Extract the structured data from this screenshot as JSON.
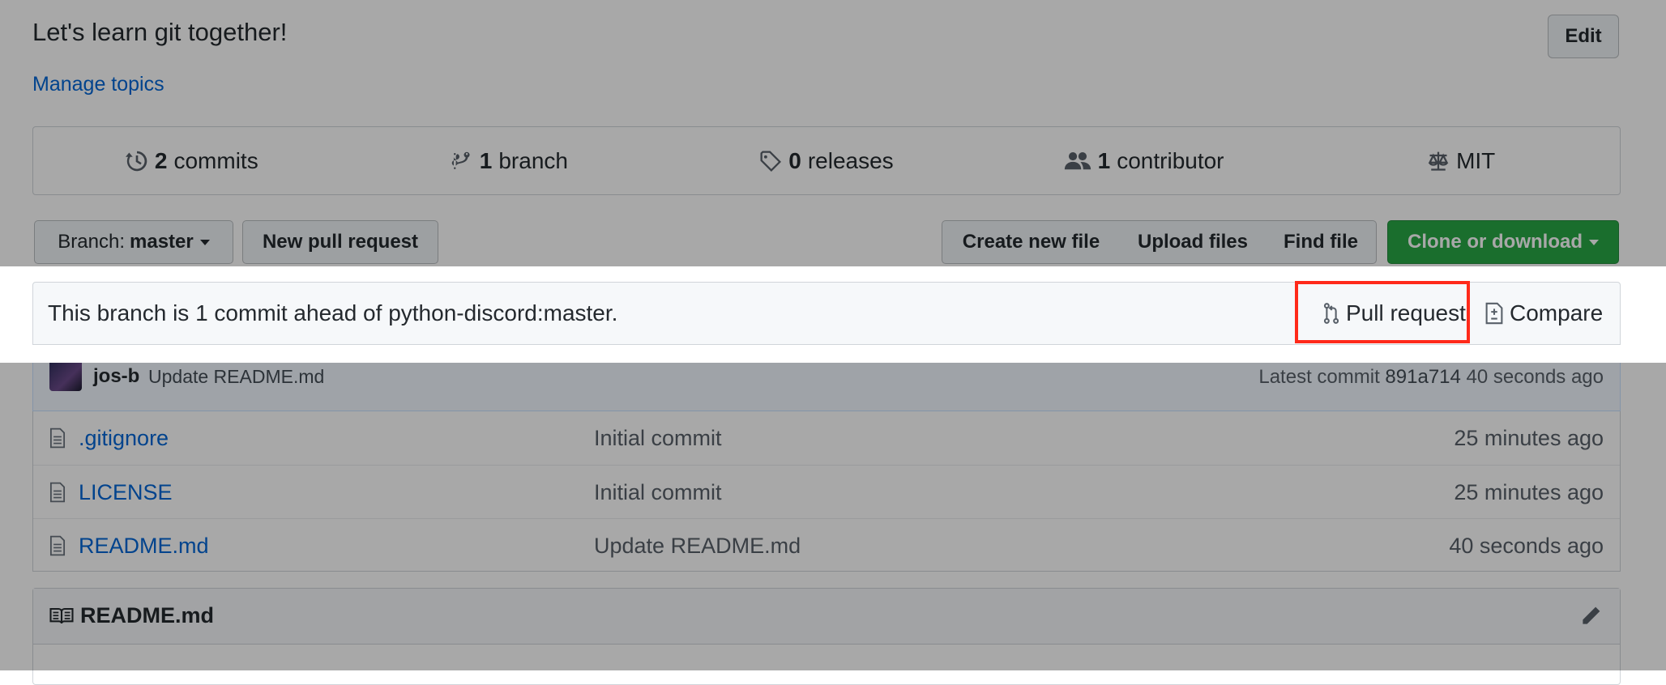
{
  "repo": {
    "description": "Let's learn git together!",
    "manage_topics": "Manage topics",
    "edit_label": "Edit"
  },
  "summary": [
    {
      "icon": "history-icon",
      "count": "2",
      "label": "commits"
    },
    {
      "icon": "branch-icon",
      "count": "1",
      "label": "branch"
    },
    {
      "icon": "tag-icon",
      "count": "0",
      "label": "releases"
    },
    {
      "icon": "people-icon",
      "count": "1",
      "label": "contributor"
    },
    {
      "icon": "law-icon",
      "count": "",
      "label": "MIT"
    }
  ],
  "toolbar": {
    "branch_prefix": "Branch:",
    "branch_name": "master",
    "new_pull_request": "New pull request",
    "create_new_file": "Create new file",
    "upload_files": "Upload files",
    "find_file": "Find file",
    "clone_or_download": "Clone or download"
  },
  "branch_info": {
    "message": "This branch is 1 commit ahead of python-discord:master.",
    "pull_request": "Pull request",
    "compare": "Compare"
  },
  "latest_commit": {
    "author": "jos-b",
    "message": "Update README.md",
    "label": "Latest commit",
    "sha": "891a714",
    "age": "40 seconds ago"
  },
  "files": [
    {
      "name": ".gitignore",
      "message": "Initial commit",
      "age": "25 minutes ago"
    },
    {
      "name": "LICENSE",
      "message": "Initial commit",
      "age": "25 minutes ago"
    },
    {
      "name": "README.md",
      "message": "Update README.md",
      "age": "40 seconds ago"
    }
  ],
  "readme": {
    "title": "README.md"
  },
  "colors": {
    "accent": "#0366d6",
    "clone_green": "#28a745",
    "highlight_red": "#ff2a1a"
  }
}
